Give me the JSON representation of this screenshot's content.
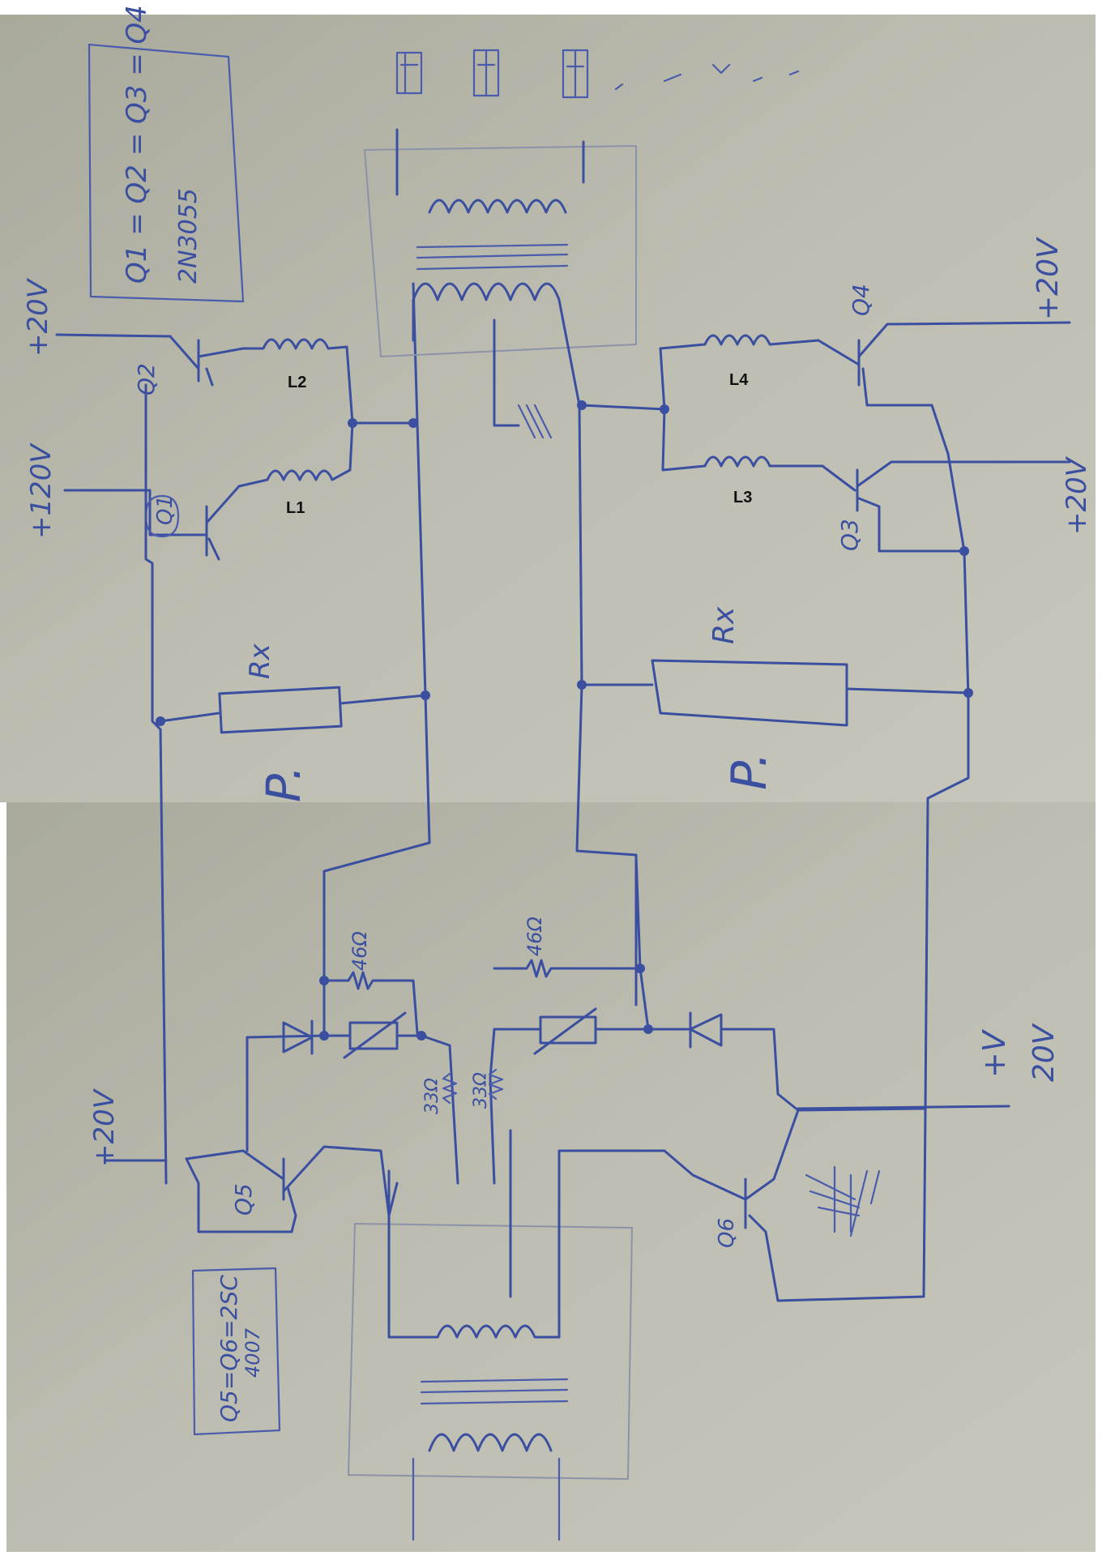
{
  "labels": {
    "L1": "L1",
    "L2": "L2",
    "L3": "L3",
    "L4": "L4"
  },
  "handwriting": {
    "note_top_line1": "Q1 = Q2 = Q3 = Q4",
    "note_top_line2": "2N3055",
    "note_bottom_line1": "Q5=Q6=2SC",
    "note_bottom_line2": "4007",
    "supply_q2": "+20V",
    "supply_q1": "+120V",
    "supply_q4": "+20V",
    "supply_q3": "+20V",
    "supply_q5": "+20V",
    "supply_right_v": "+V",
    "supply_right_20v": "20V",
    "q1": "Q1",
    "q2": "Q2",
    "q3": "Q3",
    "q4": "Q4",
    "q5": "Q5",
    "q6": "Q6",
    "rx_left": "Rx",
    "rx_right": "Rx",
    "p_left": "P.",
    "p_right": "P.",
    "r46_left": "46Ω",
    "r46_right": "46Ω",
    "r33_left": "33Ω",
    "r33_right": "33Ω"
  },
  "colors": {
    "paper": "#b9b9ad",
    "ink": "#3b4fa0"
  }
}
